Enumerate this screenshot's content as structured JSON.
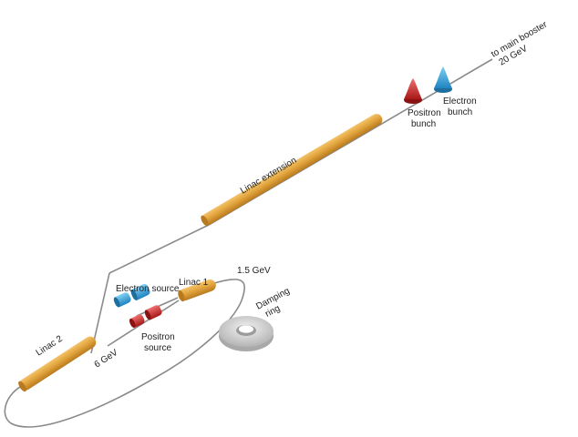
{
  "colors": {
    "linac": "#e0a23a",
    "linac_dark": "#b87a1f",
    "electron": "#2d9fd9",
    "positron": "#d42a2a",
    "ring": "#cfcfcf",
    "beamline": "#8a8a8a"
  },
  "labels": {
    "to_booster_line1": "to main booster",
    "to_booster_line2": "20 GeV",
    "positron_bunch_line1": "Positron",
    "positron_bunch_line2": "bunch",
    "electron_bunch_line1": "Electron",
    "electron_bunch_line2": "bunch",
    "linac_extension": "Linac extension",
    "electron_source": "Electron source",
    "linac1": "Linac 1",
    "energy_1_5": "1.5 GeV",
    "damping_ring_line1": "Damping",
    "damping_ring_line2": "ring",
    "positron_source_line1": "Positron",
    "positron_source_line2": "source",
    "linac2": "Linac 2",
    "energy_6": "6 GeV"
  }
}
